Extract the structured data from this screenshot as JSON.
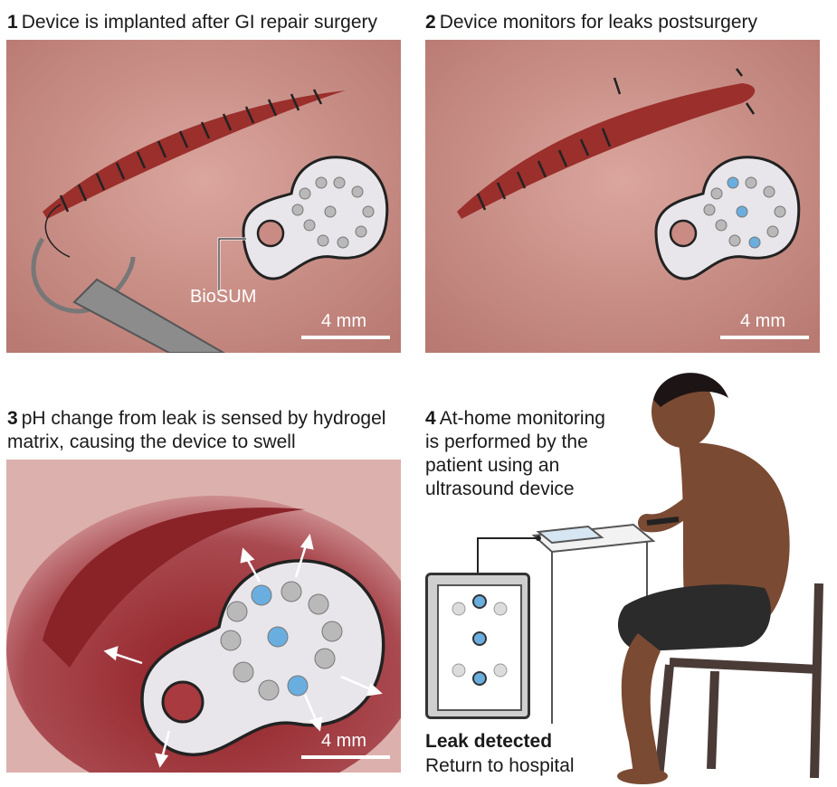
{
  "panels": [
    {
      "number": "1",
      "caption": "Device is implanted after GI repair surgery",
      "scale": "4 mm",
      "callout": "BioSUM"
    },
    {
      "number": "2",
      "caption": "Device monitors for leaks postsurgery",
      "scale": "4 mm"
    },
    {
      "number": "3",
      "caption_line1": "pH change from leak is sensed by hydrogel",
      "caption_line2": "matrix, causing the device to swell",
      "scale": "4 mm"
    },
    {
      "number": "4",
      "caption_lines": [
        "At-home monitoring",
        "is performed by the",
        "patient using an",
        "ultrasound device"
      ],
      "status_title": "Leak detected",
      "status_subtitle": "Return to hospital"
    }
  ],
  "colors": {
    "tissue": "#c98b83",
    "wound": "#9a2f2c",
    "device": "#e8e6ea",
    "dot_normal": "#b9b9b9",
    "dot_detect": "#6aaee0"
  }
}
